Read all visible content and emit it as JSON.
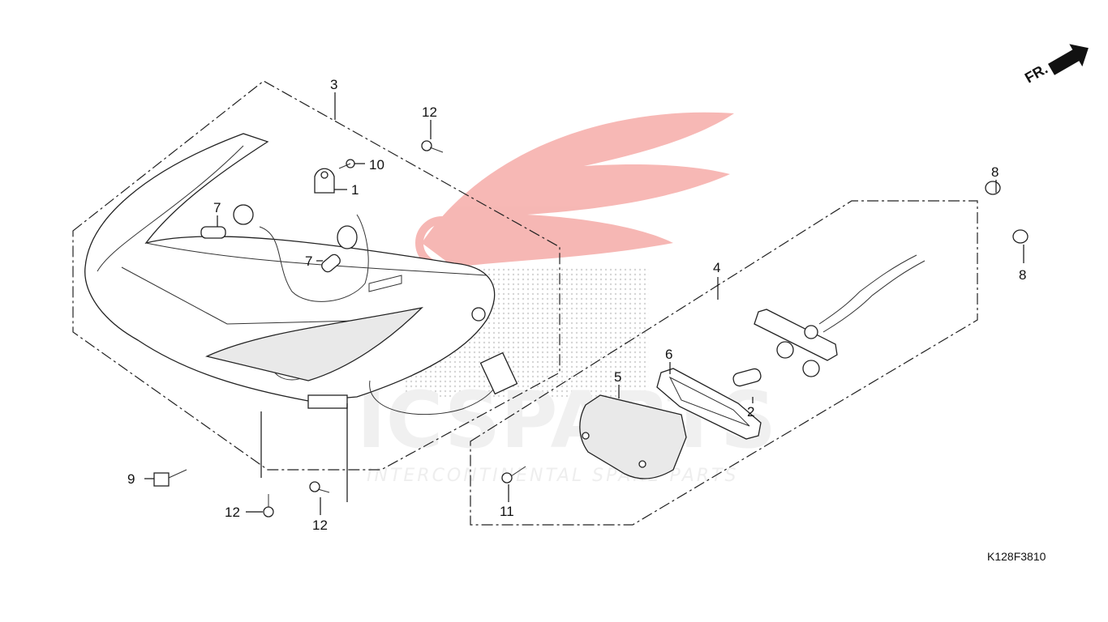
{
  "diagram": {
    "code": "K128F3810",
    "direction_label": "FR.",
    "watermark": {
      "brand": "ICSPARTS",
      "tagline": "INTERCONTINENTAL SPARE PARTS"
    },
    "callouts": [
      "1",
      "2",
      "3",
      "4",
      "5",
      "6",
      "7",
      "7",
      "8",
      "8",
      "9",
      "10",
      "11",
      "12",
      "12",
      "12"
    ]
  },
  "colors": {
    "line": "#222222",
    "watermark_red": "#e8352b",
    "watermark_gray": "#d9d9d9"
  }
}
